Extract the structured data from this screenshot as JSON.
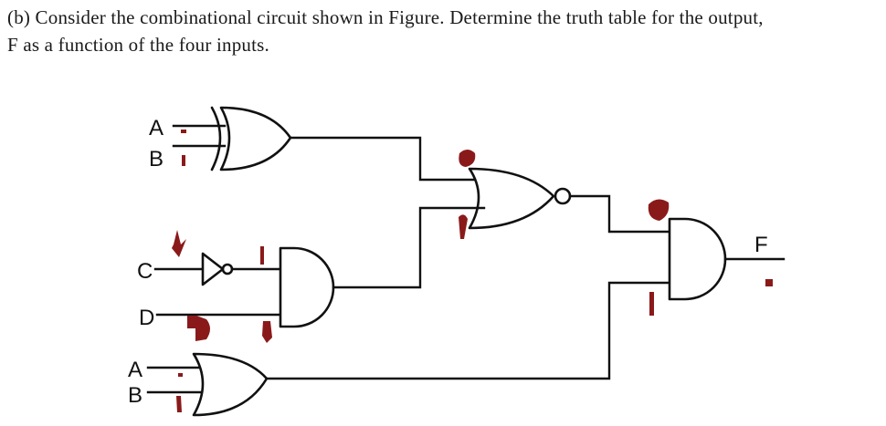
{
  "question": {
    "line1": "(b) Consider the combinational circuit shown in Figure. Determine the truth table for the output,",
    "line2": "F as a function of the four inputs."
  },
  "circuit": {
    "inputs": {
      "xor_a": "A",
      "xor_b": "B",
      "not_c": "C",
      "and_d": "D",
      "or_a": "A",
      "or_b": "B"
    },
    "output": "F",
    "gates": [
      "XOR",
      "NOR",
      "NOT",
      "AND",
      "OR",
      "AND"
    ],
    "colors": {
      "ink": "#111111",
      "handwritten": "#8a1a1a"
    }
  }
}
